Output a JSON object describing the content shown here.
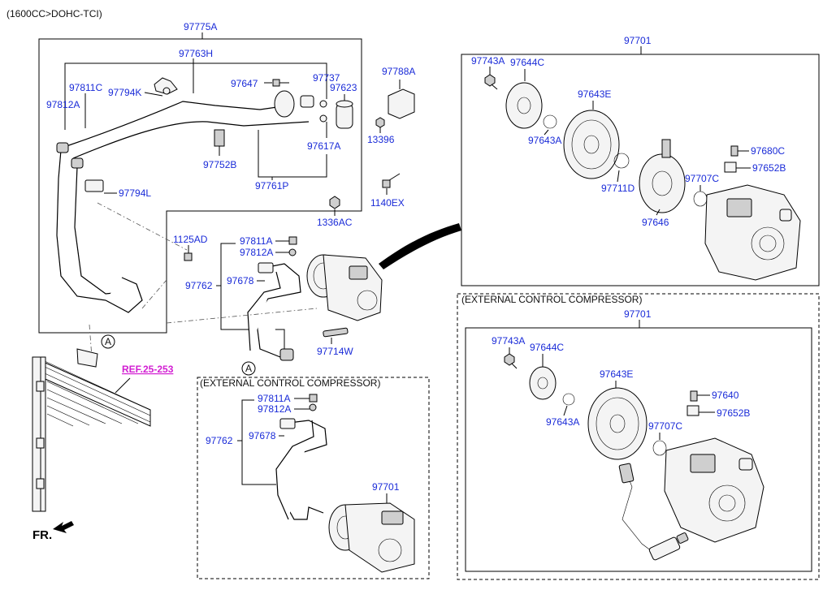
{
  "header": {
    "engine": "(1600CC>DOHC-TCI)"
  },
  "main": {
    "group_code": "97775A",
    "subgroup_code": "97763H",
    "labels": {
      "l97811C": "97811C",
      "l97812A": "97812A",
      "l97794K": "97794K",
      "l97647": "97647",
      "l97737": "97737",
      "l97623": "97623",
      "l97752B": "97752B",
      "l97617A": "97617A",
      "l97761P": "97761P",
      "l97794L": "97794L",
      "l1336AC": "1336AC",
      "l97788A": "97788A",
      "l13396": "13396",
      "l1140EX": "1140EX",
      "l1125AD": "1125AD",
      "l97811A": "97811A",
      "l97812Ab": "97812A",
      "l97762": "97762",
      "l97678": "97678",
      "l97714W": "97714W",
      "callout_a1": "A",
      "callout_a2": "A"
    },
    "ref": "REF.25-253",
    "fr": "FR."
  },
  "compressor_top": {
    "code": "97701",
    "labels": {
      "l97743A": "97743A",
      "l97644C": "97644C",
      "l97643E": "97643E",
      "l97643A": "97643A",
      "l97680C": "97680C",
      "l97652B": "97652B",
      "l97707C": "97707C",
      "l97711D": "97711D",
      "l97646": "97646"
    }
  },
  "ext_compressor_bottom": {
    "title": "(EXTERNAL CONTROL COMPRESSOR)",
    "labels": {
      "l97811A": "97811A",
      "l97812A": "97812A",
      "l97762": "97762",
      "l97678": "97678",
      "l97701": "97701"
    }
  },
  "ext_compressor_right": {
    "title": "(EXTERNAL CONTROL COMPRESSOR)",
    "code": "97701",
    "labels": {
      "l97743A": "97743A",
      "l97644C": "97644C",
      "l97643E": "97643E",
      "l97643A": "97643A",
      "l97640": "97640",
      "l97652B": "97652B",
      "l97707C": "97707C"
    }
  }
}
